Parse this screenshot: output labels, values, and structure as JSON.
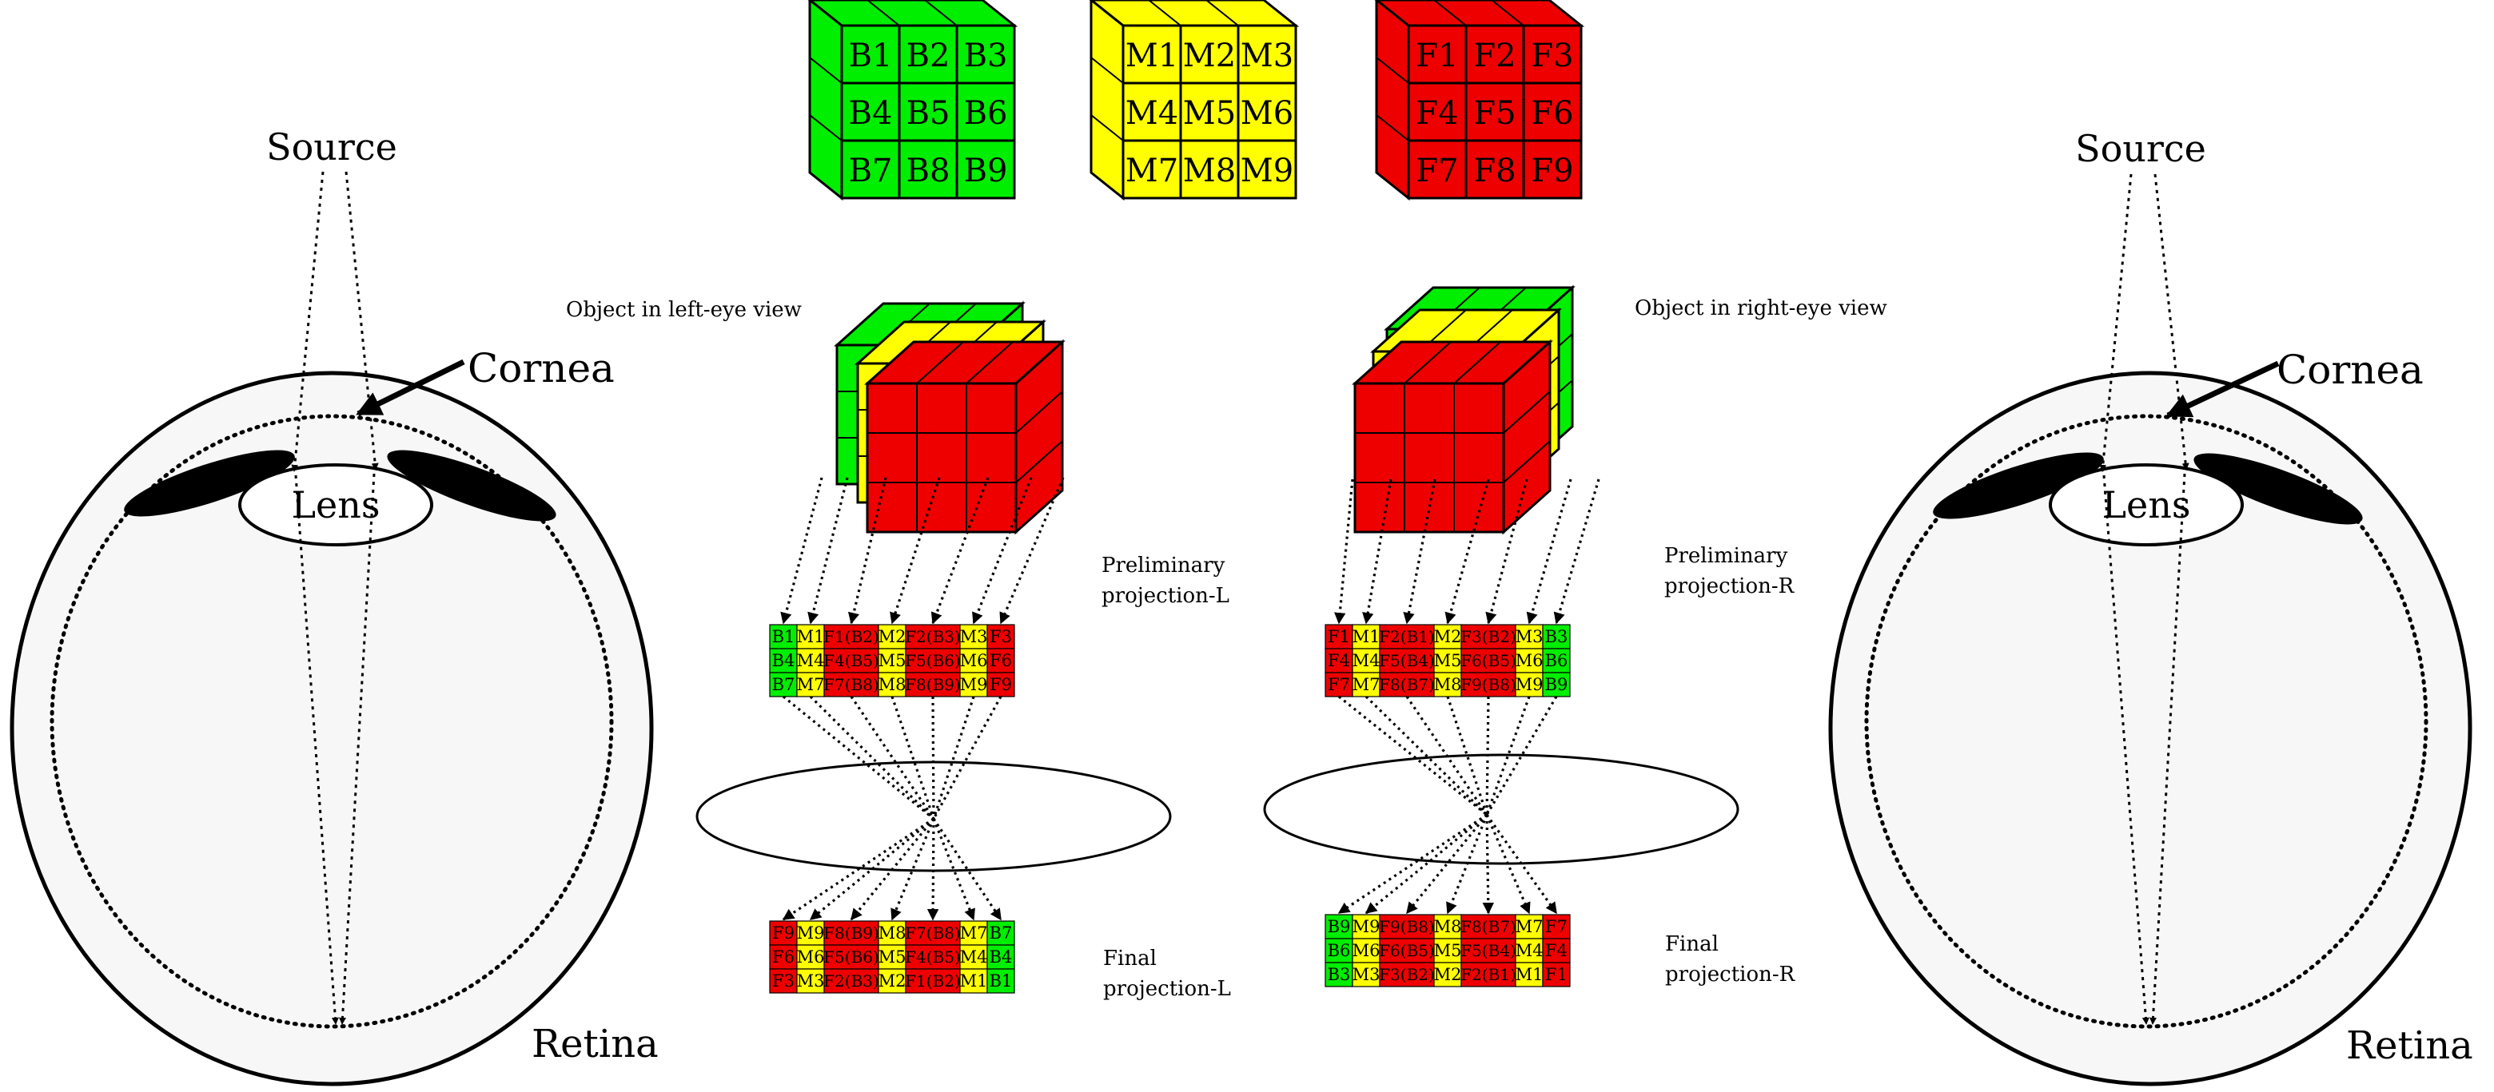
{
  "colors": {
    "back": "#00ee00",
    "middle": "#ffff00",
    "front": "#ee0000",
    "ink": "#000000",
    "eye_fill": "#f7f7f7",
    "background": "#ffffff"
  },
  "eyes": {
    "left": {
      "source": "Source",
      "cornea": "Cornea",
      "lens": "Lens",
      "retina": "Retina"
    },
    "right": {
      "source": "Source",
      "cornea": "Cornea",
      "lens": "Lens",
      "retina": "Retina"
    }
  },
  "layers": {
    "back": {
      "color": "back",
      "cells": [
        "B1",
        "B2",
        "B3",
        "B4",
        "B5",
        "B6",
        "B7",
        "B8",
        "B9"
      ]
    },
    "middle": {
      "color": "middle",
      "cells": [
        "M1",
        "M2",
        "M3",
        "M4",
        "M5",
        "M6",
        "M7",
        "M8",
        "M9"
      ]
    },
    "front": {
      "color": "front",
      "cells": [
        "F1",
        "F2",
        "F3",
        "F4",
        "F5",
        "F6",
        "F7",
        "F8",
        "F9"
      ]
    }
  },
  "views": {
    "left": {
      "label": "Object in left-eye view"
    },
    "right": {
      "label": "Object in right-eye view"
    }
  },
  "projections": {
    "prelim_left": {
      "label_lines": [
        "Preliminary",
        "projection-L"
      ],
      "colors": [
        "back",
        "middle",
        "front",
        "middle",
        "front",
        "middle",
        "front"
      ],
      "rows": [
        [
          "B1",
          "M1",
          "F1(B2)",
          "M2",
          "F2(B3)",
          "M3",
          "F3"
        ],
        [
          "B4",
          "M4",
          "F4(B5)",
          "M5",
          "F5(B6)",
          "M6",
          "F6"
        ],
        [
          "B7",
          "M7",
          "F7(B8)",
          "M8",
          "F8(B9)",
          "M9",
          "F9"
        ]
      ]
    },
    "prelim_right": {
      "label_lines": [
        "Preliminary",
        "projection-R"
      ],
      "colors": [
        "front",
        "middle",
        "front",
        "middle",
        "front",
        "middle",
        "back"
      ],
      "rows": [
        [
          "F1",
          "M1",
          "F2(B1)",
          "M2",
          "F3(B2)",
          "M3",
          "B3"
        ],
        [
          "F4",
          "M4",
          "F5(B4)",
          "M5",
          "F6(B5)",
          "M6",
          "B6"
        ],
        [
          "F7",
          "M7",
          "F8(B7)",
          "M8",
          "F9(B8)",
          "M9",
          "B9"
        ]
      ]
    },
    "final_left": {
      "label_lines": [
        "Final",
        "projection-L"
      ],
      "colors": [
        "front",
        "middle",
        "front",
        "middle",
        "front",
        "middle",
        "back"
      ],
      "rows": [
        [
          "F9",
          "M9",
          "F8(B9)",
          "M8",
          "F7(B8)",
          "M7",
          "B7"
        ],
        [
          "F6",
          "M6",
          "F5(B6)",
          "M5",
          "F4(B5)",
          "M4",
          "B4"
        ],
        [
          "F3",
          "M3",
          "F2(B3)",
          "M2",
          "F1(B2)",
          "M1",
          "B1"
        ]
      ]
    },
    "final_right": {
      "label_lines": [
        "Final",
        "projection-R"
      ],
      "colors": [
        "back",
        "middle",
        "front",
        "middle",
        "front",
        "middle",
        "front"
      ],
      "rows": [
        [
          "B9",
          "M9",
          "F9(B8)",
          "M8",
          "F8(B7)",
          "M7",
          "F7"
        ],
        [
          "B6",
          "M6",
          "F6(B5)",
          "M5",
          "F5(B4)",
          "M4",
          "F4"
        ],
        [
          "B3",
          "M3",
          "F3(B2)",
          "M2",
          "F2(B1)",
          "M1",
          "F1"
        ]
      ]
    }
  }
}
